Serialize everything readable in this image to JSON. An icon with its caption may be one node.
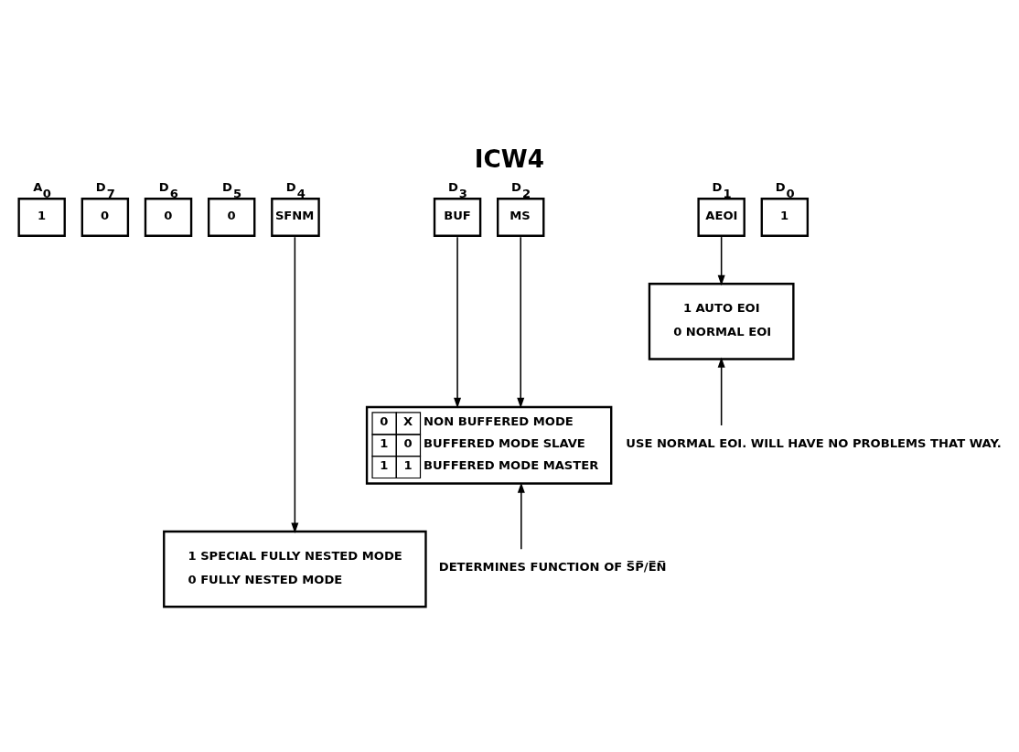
{
  "diagram": {
    "title": "ICW4",
    "nodes": [
      {
        "text": [
          "1"
        ],
        "beside": [
          "A$_{0}$"
        ]
      },
      {
        "text": [
          "0"
        ],
        "beside": [
          "D$_{7}$"
        ]
      },
      {
        "text": [
          "0"
        ],
        "beside": [
          "D$_{6}$"
        ]
      },
      {
        "text": [
          "0"
        ],
        "beside": [
          "D$_{5}$"
        ]
      },
      {
        "text": [
          "SFNM"
        ],
        "beside": [
          "D$_{4}$"
        ]
      },
      {
        "text": [
          "BUF"
        ],
        "beside": [
          "D$_{3}$"
        ]
      },
      {
        "text": [
          "MS"
        ],
        "beside": [
          "D$_{2}$"
        ]
      },
      {
        "text": [
          "AEOI"
        ],
        "beside": [
          "D$_{1}$"
        ]
      },
      {
        "text": [
          "1"
        ],
        "beside": [
          "D$_{0}$"
        ]
      },
      {
        "text": [
          "1 AUTO EOI",
          "0 NORMAL EOI"
        ]
      },
      {
        "text": [
          "0",
          "X",
          "NON BUFFERED MODE",
          "1",
          "0",
          "BUFFERED MODE SLAVE",
          "1",
          "1",
          "BUFFERED MODE MASTER"
        ]
      },
      {
        "text": [
          "1 SPECIAL FULLY NESTED MODE",
          "0 FULLY NESTED MODE"
        ]
      },
      {
        "text": [
          "USE NORMAL EOI. WILL HAVE NO PROBLEMS THAT WAY."
        ]
      },
      {
        "text": [
          "DETERMINES FUNCTION OF S̅P̅/E̅N̅"
        ]
      }
    ],
    "edges": [
      {
        "from": 7,
        "to": 9,
        "arrow": "to"
      },
      {
        "from": 5,
        "to": 10,
        "arrow": "to"
      },
      {
        "from": 6,
        "to": 10,
        "arrow": "to"
      },
      {
        "from": 4,
        "to": 11,
        "arrow": "to"
      },
      {
        "from": 12,
        "to": 9,
        "arrow": "to"
      },
      {
        "from": 13,
        "to": 10,
        "arrow": "to"
      }
    ]
  }
}
